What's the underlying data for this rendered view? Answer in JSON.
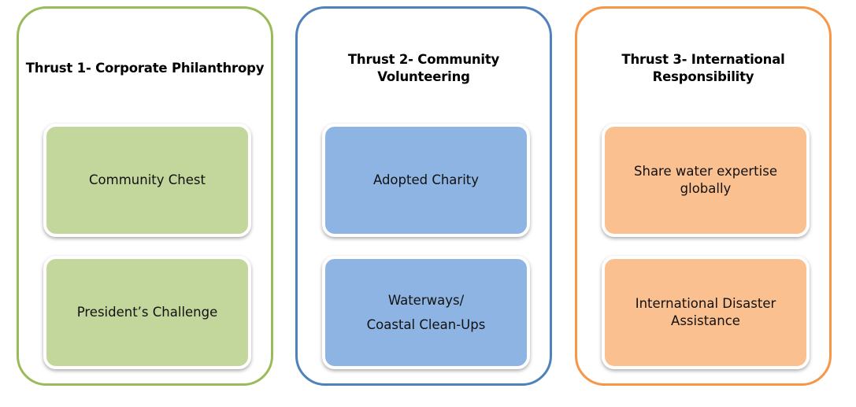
{
  "colors": {
    "thrust1_border": "#9bbb59",
    "thrust1_fill": "#c3d69b",
    "thrust2_border": "#4f81bd",
    "thrust2_fill": "#8eb4e3",
    "thrust3_border": "#f79646",
    "thrust3_fill": "#fac090"
  },
  "thrusts": [
    {
      "title": "Thrust 1- Corporate Philanthropy",
      "items": [
        "Community Chest",
        "President’s Challenge"
      ]
    },
    {
      "title": "Thrust 2- Community Volunteering",
      "items": [
        "Adopted Charity",
        "Waterways/\nCoastal Clean-Ups"
      ]
    },
    {
      "title": "Thrust 3- International Responsibility",
      "items": [
        "Share water expertise globally",
        "International Disaster Assistance"
      ]
    }
  ]
}
